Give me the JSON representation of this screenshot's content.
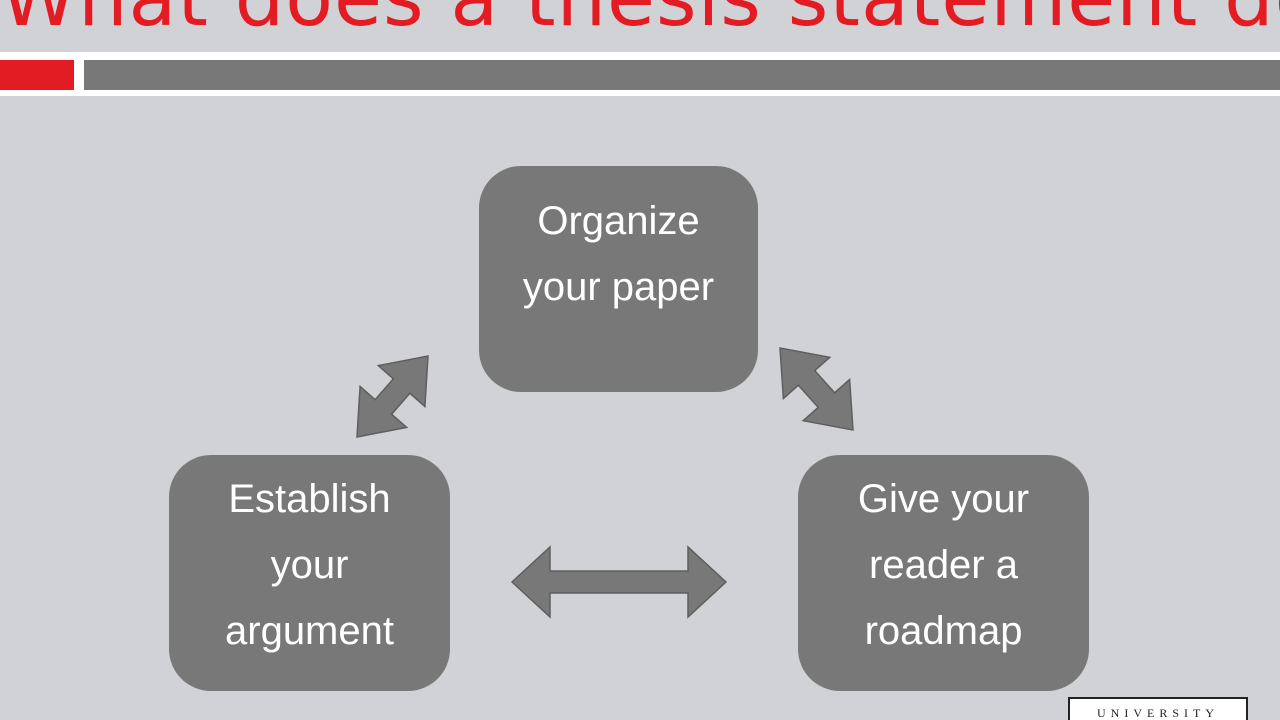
{
  "slide": {
    "title": "What does a thesis statement do?",
    "colors": {
      "accent": "#e31b23",
      "bar": "#787878",
      "box": "#787878",
      "arrow": "#787878",
      "background": "#d1d2d5"
    }
  },
  "diagram": {
    "boxes": [
      {
        "id": "top",
        "label": "Organize\nyour paper"
      },
      {
        "id": "left",
        "label": "Establish\nyour\nargument"
      },
      {
        "id": "right",
        "label": "Give your\nreader a\nroadmap"
      }
    ],
    "arrows": [
      {
        "from": "left",
        "to": "top",
        "type": "double-headed"
      },
      {
        "from": "top",
        "to": "right",
        "type": "double-headed"
      },
      {
        "from": "left",
        "to": "right",
        "type": "double-headed"
      }
    ]
  },
  "logo": {
    "text": "UNIVERSITY"
  }
}
